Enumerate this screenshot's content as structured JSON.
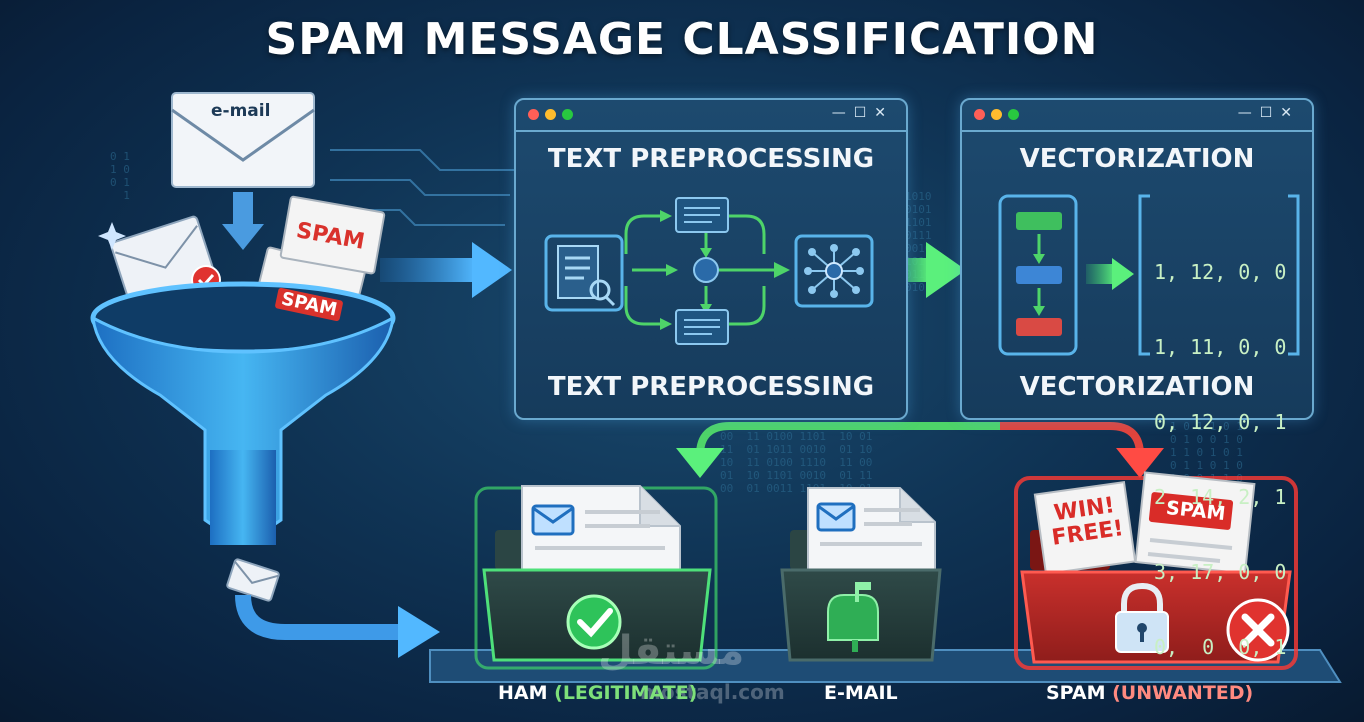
{
  "title": "SPAM MESSAGE CLASSIFICATION",
  "inputs": {
    "email_label": "e-mail",
    "spam_tag_1": "SPAM",
    "spam_tag_2": "SPAM"
  },
  "preprocessing": {
    "heading_top": "TEXT PREPROCESSING",
    "heading_bottom": "TEXT PREPROCESSING"
  },
  "vectorization": {
    "heading_top": "VECTORIZATION",
    "heading_bottom": "VECTORIZATION",
    "matrix_rows": [
      "1, 12, 0, 0",
      "1, 11, 0, 0",
      "0, 12, 0, 1",
      "2, 14, 2, 1",
      "3, 17, 0, 0",
      "0,  0  0, 1"
    ]
  },
  "outputs": {
    "ham_label_main": "HAM ",
    "ham_label_paren": "(LEGITIMATE)",
    "email_label": "E-MAIL",
    "spam_label_main": "SPAM ",
    "spam_label_paren": "(UNWANTED)",
    "spam_paper_win": "WIN!",
    "spam_paper_free": "FREE!",
    "spam_paper_tag": "SPAM"
  },
  "watermark": {
    "arabic": "مستقل",
    "domain": "mostaql.com"
  },
  "colors": {
    "ham_green": "#3fd46a",
    "spam_red": "#e0332f",
    "window_border": "#6aa9cf",
    "funnel_blue": "#3aa0e8"
  },
  "icons": [
    "envelope-icon",
    "funnel-icon",
    "check-icon",
    "document-search-icon",
    "network-icon",
    "mailbox-icon",
    "lock-icon",
    "close-icon"
  ]
}
